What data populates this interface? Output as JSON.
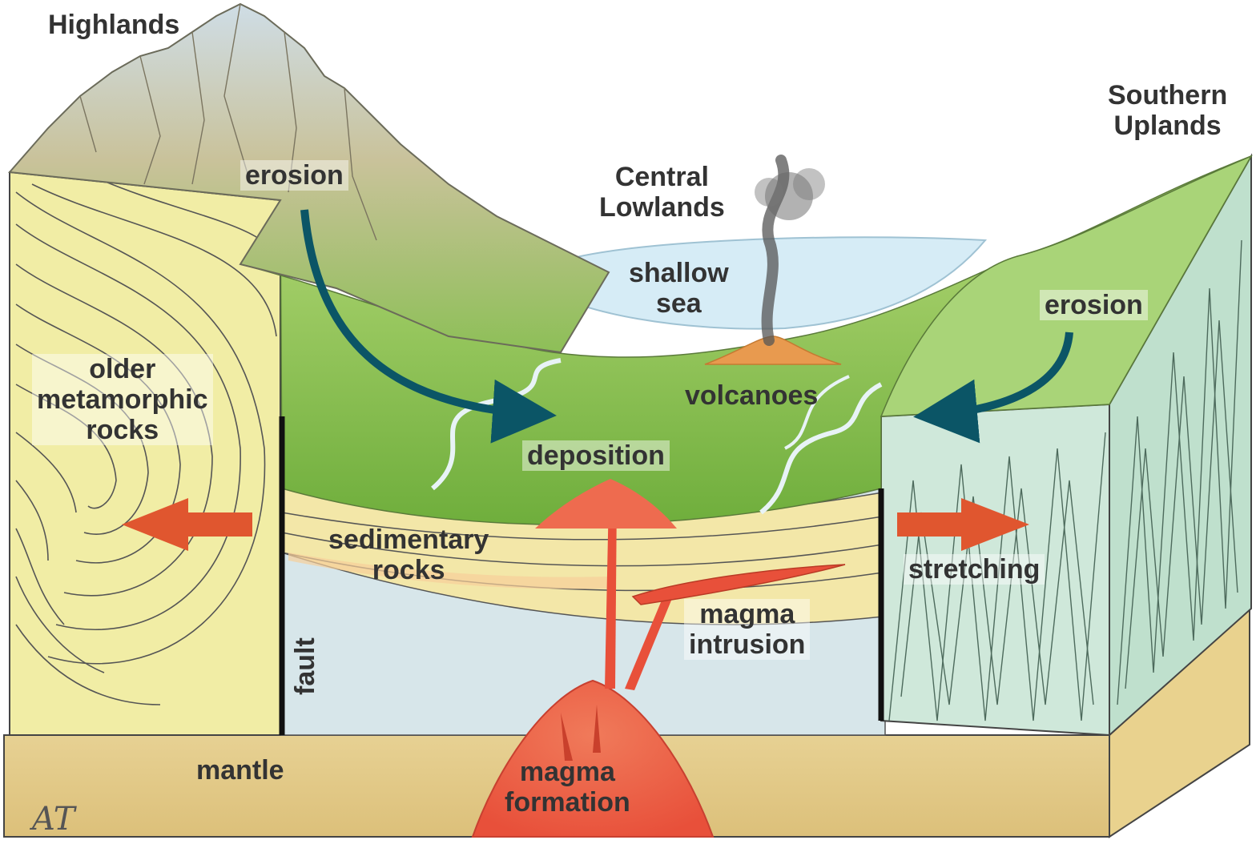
{
  "labels": {
    "highlands": "Highlands",
    "southern_uplands": [
      "Southern",
      "Uplands"
    ],
    "central_lowlands": [
      "Central",
      "Lowlands"
    ],
    "erosion_left": "erosion",
    "erosion_right": "erosion",
    "shallow_sea": [
      "shallow",
      "sea"
    ],
    "volcanoes": "volcanoes",
    "deposition": "deposition",
    "older_metamorphic_rocks": [
      "older",
      "metamorphic",
      "rocks"
    ],
    "sedimentary_rocks": [
      "sedimentary",
      "rocks"
    ],
    "stretching": "stretching",
    "magma_intrusion": [
      "magma",
      "intrusion"
    ],
    "fault": "fault",
    "mantle": "mantle",
    "magma_formation": [
      "magma",
      "formation"
    ],
    "signature": "AT"
  },
  "colors": {
    "erosion_arrow": "#0b5566",
    "stretching_arrow": "#e0562f",
    "magma": "#e8503a",
    "metamorphic_rock": "#f1eda5",
    "stretched_rock": "#cfe8da",
    "mantle": "#e6cf8c",
    "sea": "#d6ecf6",
    "land": "#9fcc5a"
  }
}
